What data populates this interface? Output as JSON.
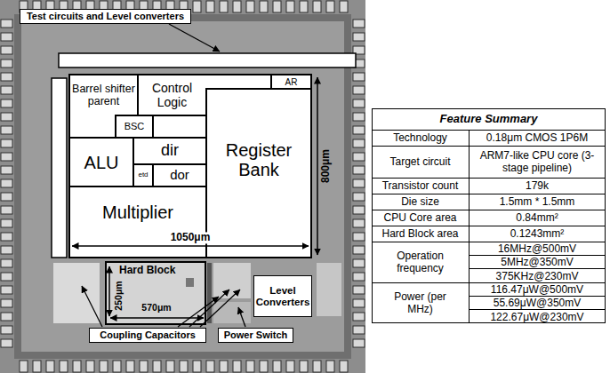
{
  "diagram": {
    "nodes": [
      {
        "text": [
          "Test circuits and Level converters"
        ]
      },
      {
        "text": [
          "Barrel shifter parent"
        ]
      },
      {
        "text": [
          "Control Logic"
        ]
      },
      {
        "text": [
          "AR"
        ]
      },
      {
        "text": [
          "BSC"
        ]
      },
      {
        "text": [
          "ALU"
        ]
      },
      {
        "text": [
          "dir"
        ]
      },
      {
        "text": [
          "etd"
        ]
      },
      {
        "text": [
          "dor"
        ]
      },
      {
        "text": [
          "Register Bank"
        ]
      },
      {
        "text": [
          "Multiplier"
        ]
      },
      {
        "text": [
          "Hard Block"
        ]
      },
      {
        "text": [
          "Level Converters"
        ]
      },
      {
        "text": [
          "Coupling Capacitors"
        ]
      },
      {
        "text": [
          "Power Switch"
        ]
      }
    ],
    "labels": [
      "800μm",
      "1050μm",
      "250μm",
      "570μm",
      "Feature Summary",
      "Technology",
      "0.18μm CMOS 1P6M",
      "Target circuit",
      "ARM7-like CPU core (3-stage pipeline)",
      "Transistor count",
      "179k",
      "Die size",
      "1.5mm * 1.5mm",
      "CPU Core area",
      "0.84mm²",
      "Hard Block area",
      "0.1243mm²",
      "Operation frequency",
      "16MHz@500mV",
      "5MHz@350mV",
      "375KHz@230mV",
      "Power (per MHz)",
      "116.47μW@500mV",
      "55.69μW@350mV",
      "122.67μW@230mV"
    ]
  }
}
